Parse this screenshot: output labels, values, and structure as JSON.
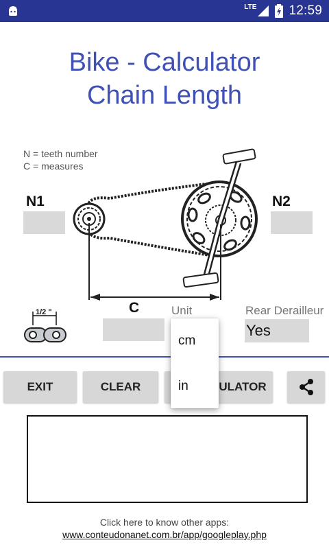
{
  "status_bar": {
    "network": "LTE",
    "time": "12:59"
  },
  "title": {
    "line1": "Bike - Calculator",
    "line2": "Chain Length"
  },
  "legend": {
    "line1": "N = teeth number",
    "line2": "C = measures"
  },
  "labels": {
    "n1": "N1",
    "n2": "N2",
    "c": "C",
    "unit": "Unit",
    "rear_derailleur": "Rear Derailleur",
    "chain_pitch": "1/2 \""
  },
  "fields": {
    "n1": "",
    "n2": "",
    "c": "",
    "rear_derailleur_value": "Yes"
  },
  "unit_dropdown": {
    "options": [
      "cm",
      "in"
    ]
  },
  "buttons": {
    "exit": "EXIT",
    "clear": "CLEAR",
    "calculator_partial": "ULATOR"
  },
  "result": "",
  "footer": {
    "line1": "Click here to know other apps:",
    "link": "www.conteudonanet.com.br/app/googleplay.php"
  },
  "colors": {
    "status_bar": "#283593",
    "accent": "#3f51b5",
    "field": "#d9d9d9",
    "button": "#d7d7d7"
  },
  "icons": {
    "status_left": "android-icon",
    "signal": "signal-icon",
    "battery": "battery-charging-icon",
    "share": "share-icon"
  }
}
